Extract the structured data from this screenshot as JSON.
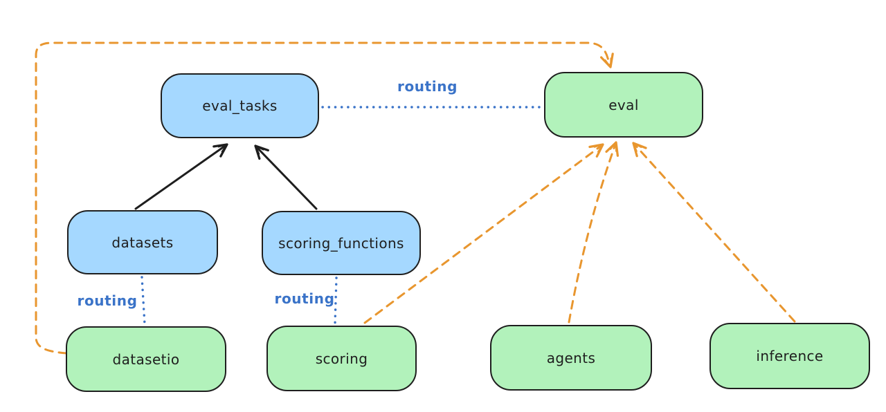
{
  "colors": {
    "background": "#ffffff",
    "blue_node_fill": "#a5d8ff",
    "green_node_fill": "#b2f2bb",
    "node_border": "#1e1e1e",
    "solid_arrow_black": "#1e1e1e",
    "dashed_arrow_orange": "#e8962f",
    "routing_blue": "#3a73c8"
  },
  "nodes": {
    "eval_tasks": {
      "label": "eval_tasks",
      "fill": "#a5d8ff"
    },
    "eval": {
      "label": "eval",
      "fill": "#b2f2bb"
    },
    "datasets": {
      "label": "datasets",
      "fill": "#a5d8ff"
    },
    "scoring_functions": {
      "label": "scoring_functions",
      "fill": "#a5d8ff"
    },
    "datasetio": {
      "label": "datasetio",
      "fill": "#b2f2bb"
    },
    "scoring": {
      "label": "scoring",
      "fill": "#b2f2bb"
    },
    "agents": {
      "label": "agents",
      "fill": "#b2f2bb"
    },
    "inference": {
      "label": "inference",
      "fill": "#b2f2bb"
    }
  },
  "edge_labels": {
    "eval_tasks_to_eval": "routing",
    "datasets_to_datasetio": "routing",
    "scoring_functions_to_scoring": "routing"
  },
  "edges": [
    {
      "from": "datasets",
      "to": "eval_tasks",
      "style": "solid",
      "color": "#1e1e1e",
      "arrow": true,
      "label": ""
    },
    {
      "from": "scoring_functions",
      "to": "eval_tasks",
      "style": "solid",
      "color": "#1e1e1e",
      "arrow": true,
      "label": ""
    },
    {
      "from": "eval_tasks",
      "to": "eval",
      "style": "dotted",
      "color": "#3a73c8",
      "arrow": false,
      "label": "routing"
    },
    {
      "from": "datasets",
      "to": "datasetio",
      "style": "dotted",
      "color": "#3a73c8",
      "arrow": false,
      "label": "routing"
    },
    {
      "from": "scoring_functions",
      "to": "scoring",
      "style": "dotted",
      "color": "#3a73c8",
      "arrow": false,
      "label": "routing"
    },
    {
      "from": "datasetio",
      "to": "eval",
      "style": "dashed",
      "color": "#e8962f",
      "arrow": true,
      "label": ""
    },
    {
      "from": "scoring",
      "to": "eval",
      "style": "dashed",
      "color": "#e8962f",
      "arrow": true,
      "label": ""
    },
    {
      "from": "agents",
      "to": "eval",
      "style": "dashed",
      "color": "#e8962f",
      "arrow": true,
      "label": ""
    },
    {
      "from": "inference",
      "to": "eval",
      "style": "dashed",
      "color": "#e8962f",
      "arrow": true,
      "label": ""
    }
  ]
}
